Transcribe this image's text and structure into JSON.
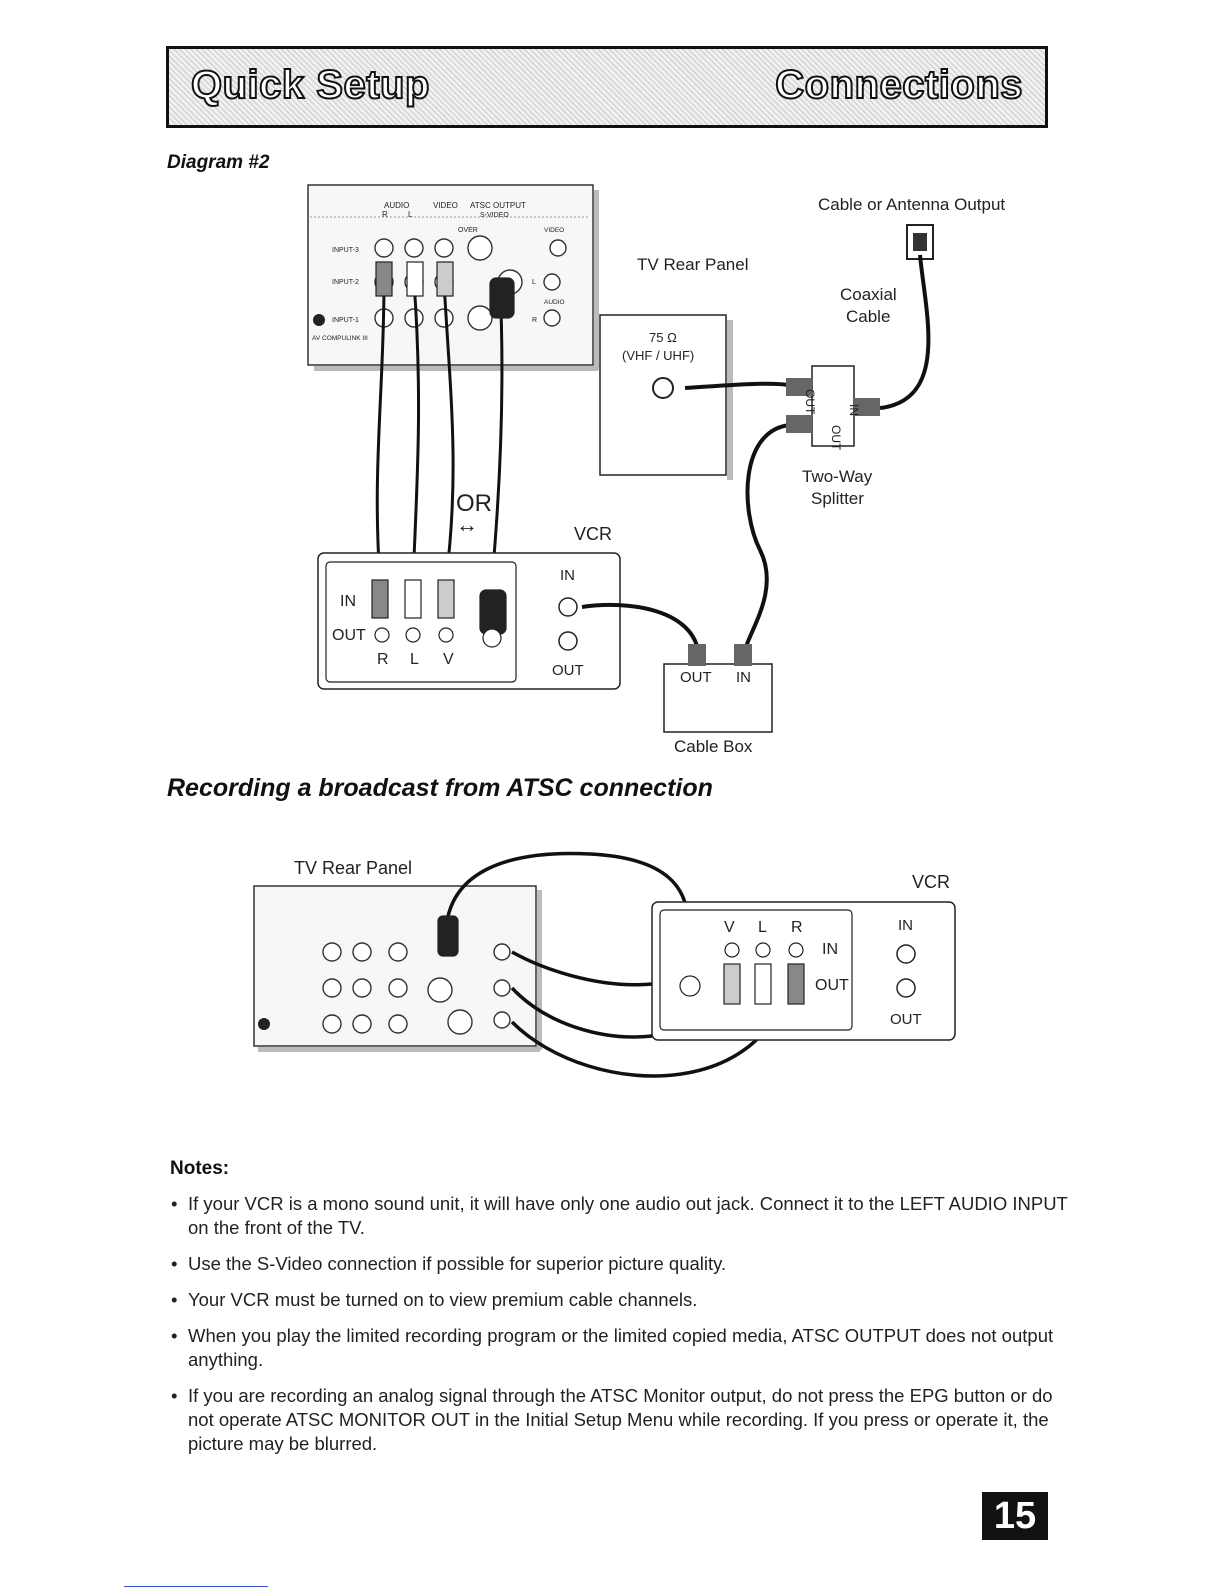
{
  "header": {
    "left_title": "Quick Setup",
    "right_title": "Connections"
  },
  "diagram2": {
    "label": "Diagram #2",
    "tv_panel_labels": {
      "audio": "AUDIO",
      "video": "VIDEO",
      "atsc_output": "ATSC OUTPUT",
      "r": "R",
      "l": "L",
      "s_video": "S-VIDEO",
      "over": "OVER",
      "input3": "INPUT-3",
      "input2": "INPUT-2",
      "input1": "INPUT-1",
      "av_compulink": "AV COMPULINK III",
      "video_small": "VIDEO",
      "l_small": "L",
      "audio_small": "AUDIO",
      "r_small": "R"
    },
    "tv_rear_panel": "TV Rear Panel",
    "antenna_label": "Cable or Antenna Output",
    "coaxial": [
      "Coaxial",
      "Cable"
    ],
    "ohm": [
      "75 Ω",
      "(VHF / UHF)"
    ],
    "splitter_ports": [
      "OUT",
      "OUT",
      "IN"
    ],
    "splitter_label": [
      "Two-Way",
      "Splitter"
    ],
    "or": "OR",
    "vcr": "VCR",
    "vcr_in": "IN",
    "vcr_out": "OUT",
    "vcr_rlv": [
      "R",
      "L",
      "V"
    ],
    "vcr_ant_in": "IN",
    "vcr_ant_out": "OUT",
    "cable_box_out": "OUT",
    "cable_box_in": "IN",
    "cable_box": "Cable Box"
  },
  "section": {
    "heading": "Recording a broadcast from ATSC connection"
  },
  "diagram3": {
    "tv_rear_panel": "TV Rear Panel",
    "vcr": "VCR",
    "vcr_vlr": [
      "V",
      "L",
      "R"
    ],
    "vcr_in": "IN",
    "vcr_out": "OUT",
    "vcr_ant_in": "IN",
    "vcr_ant_out": "OUT"
  },
  "notes": {
    "title": "Notes:",
    "items": [
      "If your VCR is a mono sound unit, it will have only one audio out jack. Connect it to the LEFT AUDIO INPUT on the front of the TV.",
      "Use the S-Video connection if possible for superior picture quality.",
      "Your VCR must be turned on to view premium cable channels.",
      "When you play the limited recording program or the limited copied media, ATSC OUTPUT does not output anything.",
      "If you are recording an analog signal through the ATSC Monitor output, do not press the EPG button or do not operate ATSC MONITOR OUT in the Initial Setup Menu while recording.  If you press or operate it, the picture may be blurred."
    ]
  },
  "page_number": "15"
}
